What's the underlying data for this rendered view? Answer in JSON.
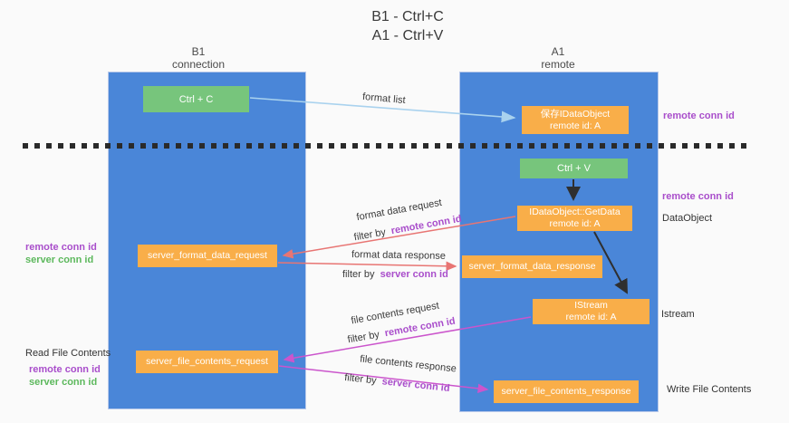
{
  "title": {
    "line1": "B1 - Ctrl+C",
    "line2": "A1 - Ctrl+V"
  },
  "lanes": {
    "left": {
      "title": "B1",
      "subtitle": "connection"
    },
    "right": {
      "title": "A1",
      "subtitle": "remote"
    }
  },
  "boxes": {
    "ctrl_c": "Ctrl + C",
    "ctrl_v": "Ctrl + V",
    "save_dataobject": {
      "line1": "保存IDataObject",
      "line2": "remote id: A"
    },
    "getdata": {
      "line1": "IDataObject::GetData",
      "line2": "remote id: A"
    },
    "istream": {
      "line1": "IStream",
      "line2": "remote id: A"
    },
    "server_format_data_request": "server_format_data_request",
    "server_format_data_response": "server_format_data_response",
    "server_file_contents_request": "server_file_contents_request",
    "server_file_contents_response": "server_file_contents_response"
  },
  "annotations": {
    "remote_conn_id": "remote conn id",
    "server_conn_id": "server conn id",
    "dataobject": "DataObject",
    "istream": "Istream",
    "read_file_contents": "Read File Contents",
    "write_file_contents": "Write File Contents"
  },
  "arrows": {
    "format_list": "format list",
    "format_data_request": "format data request",
    "format_data_response": "format data response",
    "file_contents_request": "file contents request",
    "file_contents_response": "file contents response",
    "filter_by": "filter by"
  },
  "colors": {
    "lane_blue": "#4a86d8",
    "box_green": "#77c57c",
    "box_orange": "#f9ae49",
    "remote_conn_purple": "#a94ecb",
    "server_conn_green": "#5cb85c",
    "request_red": "#e87573",
    "file_magenta": "#cb55cc",
    "format_list_blue": "#a9d2ee",
    "dash_black": "#2a2a2a"
  }
}
